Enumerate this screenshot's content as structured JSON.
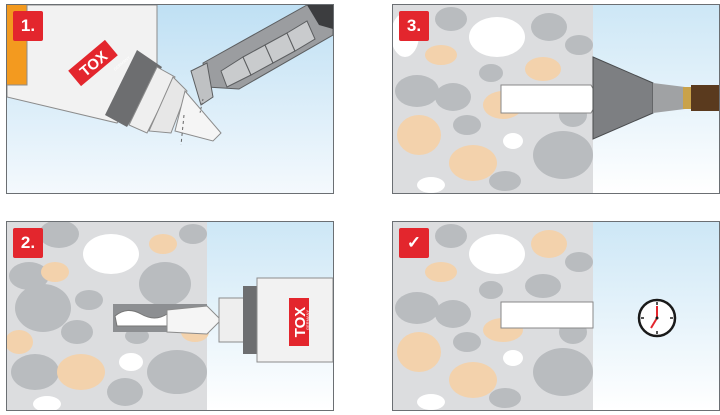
{
  "steps": [
    {
      "badge": "1."
    },
    {
      "badge": "2."
    },
    {
      "badge": "3."
    },
    {
      "badge": "✓"
    }
  ],
  "brand": {
    "logo_text": "TOX",
    "logo_subtext": "GERMANY"
  },
  "colors": {
    "badge_red": "#e3262d",
    "stone_grey": "#b9bcbf",
    "stone_beige": "#f3d2ac",
    "stone_white": "#ffffff",
    "wall_bg": "#dcdddf",
    "sky_top": "#cde7f6"
  },
  "icons": [
    "cutter-knife-icon",
    "glue-tube-icon",
    "spatula-icon",
    "clock-icon",
    "checkmark-icon"
  ]
}
